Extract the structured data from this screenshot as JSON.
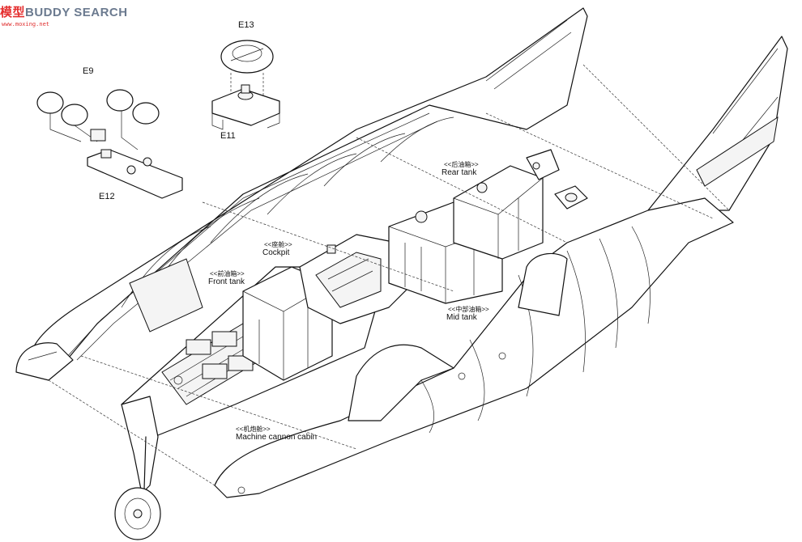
{
  "watermark": {
    "mark": "模型",
    "text": "BUDDY SEARCH",
    "url": "www.moxing.net"
  },
  "parts": {
    "e9": "E9",
    "e11": "E11",
    "e12": "E12",
    "e13": "E13"
  },
  "callouts": {
    "rear_tank": {
      "cn": "<<后油箱>>",
      "en": "Rear tank"
    },
    "cockpit": {
      "cn": "<<座舱>>",
      "en": "Cockpit"
    },
    "front_tank": {
      "cn": "<<前油箱>>",
      "en": "Front tank"
    },
    "mid_tank": {
      "cn": "<<中部油箱>>",
      "en": "Mid tank"
    },
    "cannon_cabin": {
      "cn": "<<机炮舱>>",
      "en": "Machine cannon  cabin"
    }
  },
  "colors": {
    "line": "#111111",
    "paper": "#ffffff",
    "watermark_red": "#e53030",
    "watermark_gray": "#6b7a8f"
  }
}
